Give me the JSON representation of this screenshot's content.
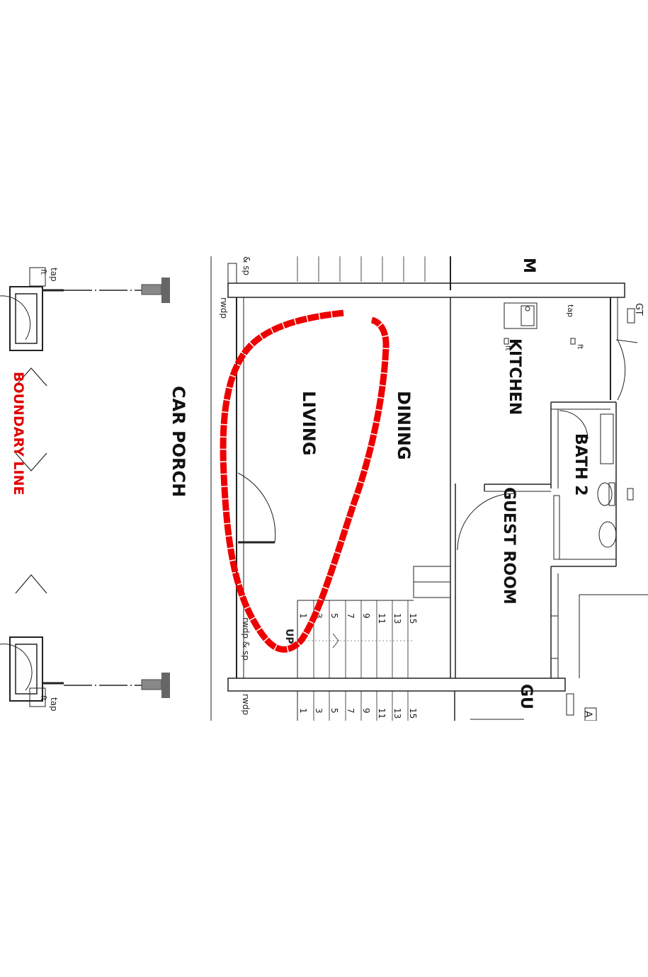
{
  "plan": {
    "rooms": {
      "car_porch": "CAR PORCH",
      "living": "LIVING",
      "dining": "DINING",
      "kitchen": "KITCHEN",
      "bath2": "BATH 2",
      "guest_room": "GUEST ROOM",
      "partial_m": "M",
      "partial_gu": "GU"
    },
    "boundary_line": "BOUNDARY LINE",
    "fixtures": {
      "tap": "tap",
      "ft": "ft",
      "rwdp": "rwdp",
      "rwdp_sp": "rwdp & sp",
      "sp_amp": "& sp",
      "gt": "GT",
      "up": "UP",
      "partial_a": "A"
    },
    "stair_numbers": [
      "1",
      "3",
      "5",
      "7",
      "9",
      "11",
      "13",
      "15"
    ],
    "colors": {
      "annotation": "#ee0000",
      "boundary_text": "#e00000",
      "lines": "#222222"
    }
  }
}
